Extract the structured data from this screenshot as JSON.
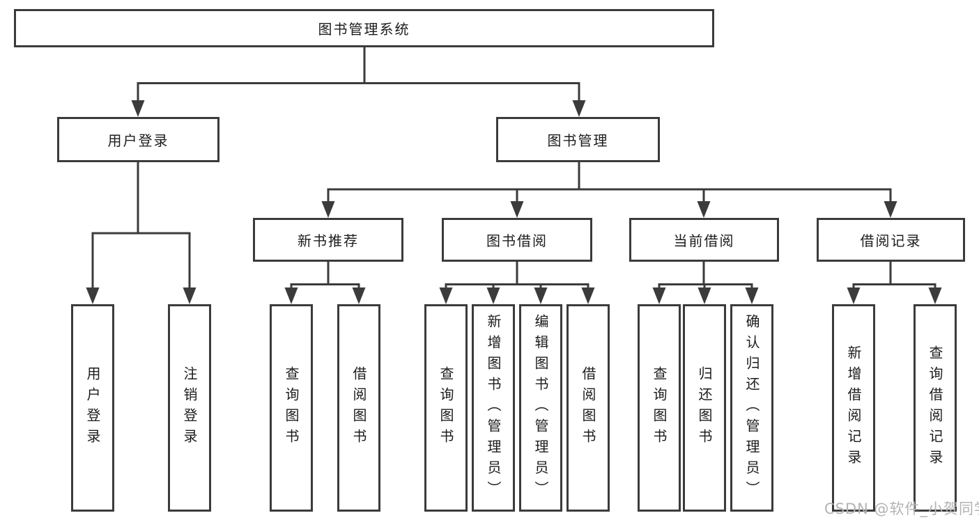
{
  "colors": {
    "line": "#3b3b3b",
    "box_border": "#3b3b3b",
    "box_background": "#ffffff",
    "text": "#1c1c1c",
    "watermark_text": "#b3b3b3",
    "page_background": "#ffffff"
  },
  "tree": {
    "root": {
      "label": "图书管理系统"
    },
    "branches": [
      {
        "label": "用户登录",
        "children": [
          {
            "label": "用户登录"
          },
          {
            "label": "注销登录"
          }
        ]
      },
      {
        "label": "图书管理",
        "children": [
          {
            "label": "新书推荐",
            "children": [
              {
                "label": "查询图书"
              },
              {
                "label": "借阅图书"
              }
            ]
          },
          {
            "label": "图书借阅",
            "children": [
              {
                "label": "查询图书"
              },
              {
                "label": "新增图书（管理员）"
              },
              {
                "label": "编辑图书（管理员）"
              },
              {
                "label": "借阅图书"
              }
            ]
          },
          {
            "label": "当前借阅",
            "children": [
              {
                "label": "查询图书"
              },
              {
                "label": "归还图书"
              },
              {
                "label": "确认归还（管理员）"
              }
            ]
          },
          {
            "label": "借阅记录",
            "children": [
              {
                "label": "新增借阅记录"
              },
              {
                "label": "查询借阅记录"
              }
            ]
          }
        ]
      }
    ]
  },
  "watermark": {
    "text": "CSDN @软件_小贺同学"
  }
}
